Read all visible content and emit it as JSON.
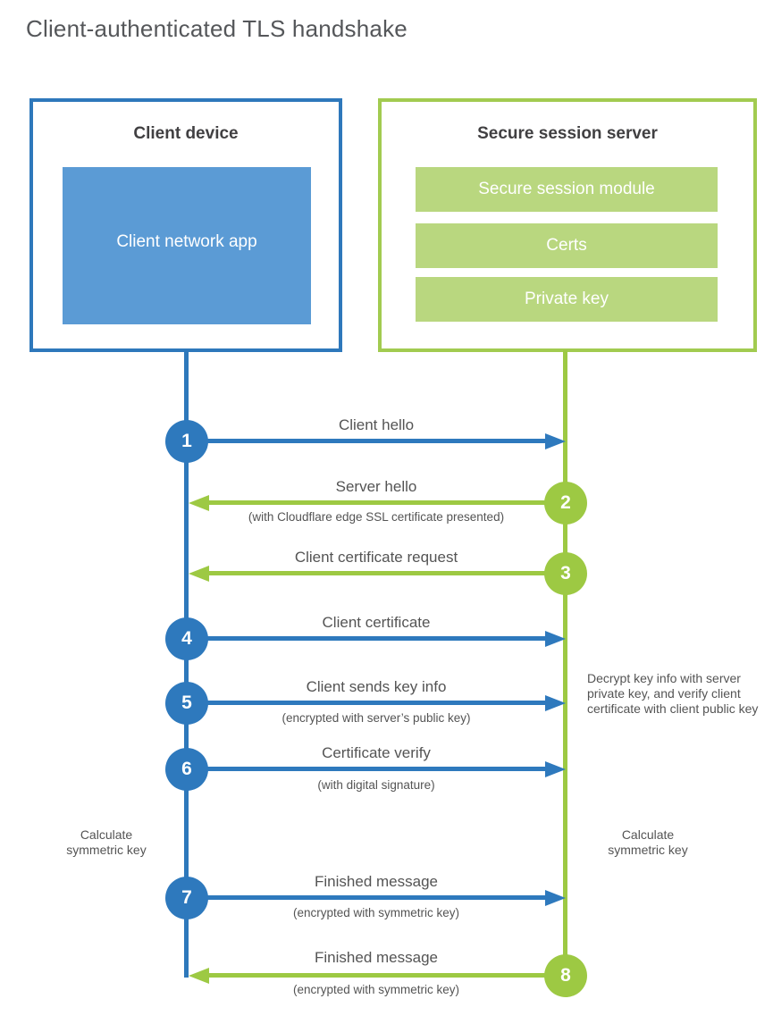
{
  "title": "Client-authenticated TLS handshake",
  "colors": {
    "blue_stroke": "#2e79bd",
    "blue_fill": "#5b9bd5",
    "green_stroke": "#9dc943",
    "green_fill": "#b9d77f",
    "text": "#545454",
    "heading": "#414042"
  },
  "client": {
    "title": "Client device",
    "component": "Client network app"
  },
  "server": {
    "title": "Secure session server",
    "components": [
      "Secure session module",
      "Certs",
      "Private key"
    ]
  },
  "steps": [
    {
      "num": "1",
      "from": "client",
      "direction": "right",
      "label": "Client hello",
      "sublabel": ""
    },
    {
      "num": "2",
      "from": "server",
      "direction": "left",
      "label": "Server hello",
      "sublabel": "(with Cloudflare edge SSL certificate presented)"
    },
    {
      "num": "3",
      "from": "server",
      "direction": "left",
      "label": "Client certificate request",
      "sublabel": ""
    },
    {
      "num": "4",
      "from": "client",
      "direction": "right",
      "label": "Client certificate",
      "sublabel": ""
    },
    {
      "num": "5",
      "from": "client",
      "direction": "right",
      "label": "Client sends key info",
      "sublabel": "(encrypted with server’s public key)"
    },
    {
      "num": "6",
      "from": "client",
      "direction": "right",
      "label": "Certificate verify",
      "sublabel": "(with digital signature)"
    },
    {
      "num": "7",
      "from": "client",
      "direction": "right",
      "label": "Finished message",
      "sublabel": "(encrypted with symmetric key)"
    },
    {
      "num": "8",
      "from": "server",
      "direction": "left",
      "label": "Finished message",
      "sublabel": "(encrypted with symmetric key)"
    }
  ],
  "notes": {
    "decrypt": "Decrypt key info with server private key, and verify client certificate with client public key",
    "calc_client": "Calculate symmetric key",
    "calc_server": "Calculate symmetric key"
  }
}
